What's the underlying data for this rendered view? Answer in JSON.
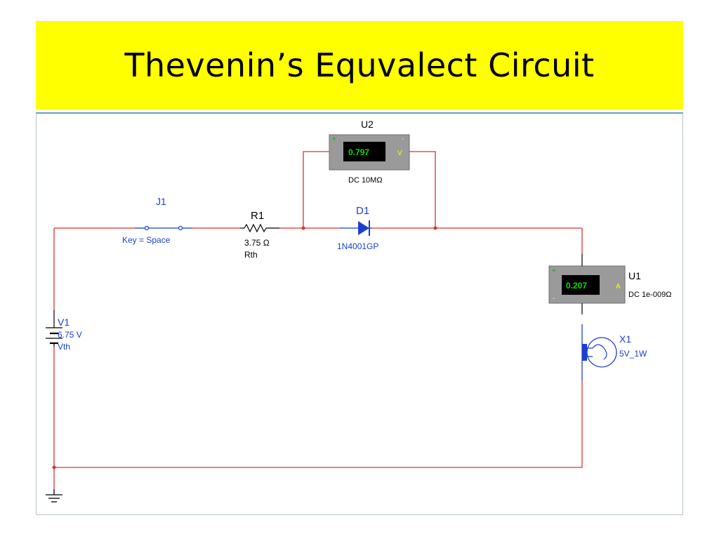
{
  "slide": {
    "title": "Thevenin’s Equvalect Circuit"
  },
  "colors": {
    "title_bg": "#ffff00",
    "wire": "#e03030",
    "component_label": "#1a3fd0",
    "meter_face": "#9a9a9a",
    "meter_display": "#000000",
    "meter_value": "#00e000"
  },
  "components": {
    "switch": {
      "ref": "J1",
      "note": "Key = Space"
    },
    "resistor": {
      "ref": "R1",
      "value": "3.75 Ω",
      "name": "Rth"
    },
    "diode": {
      "ref": "D1",
      "part": "1N4001GP"
    },
    "voltmeter": {
      "ref": "U2",
      "reading": "0.797",
      "unit": "V",
      "plus": "+",
      "minus": "-",
      "mode": "DC  10MΩ"
    },
    "ammeter": {
      "ref": "U1",
      "reading": "0.207",
      "unit": "A",
      "plus": "+",
      "minus": "-",
      "mode": "DC  1e-009Ω"
    },
    "source": {
      "ref": "V1",
      "value": "6.75 V",
      "name": "Vth"
    },
    "lamp": {
      "ref": "X1",
      "rating": "5V_1W"
    }
  }
}
